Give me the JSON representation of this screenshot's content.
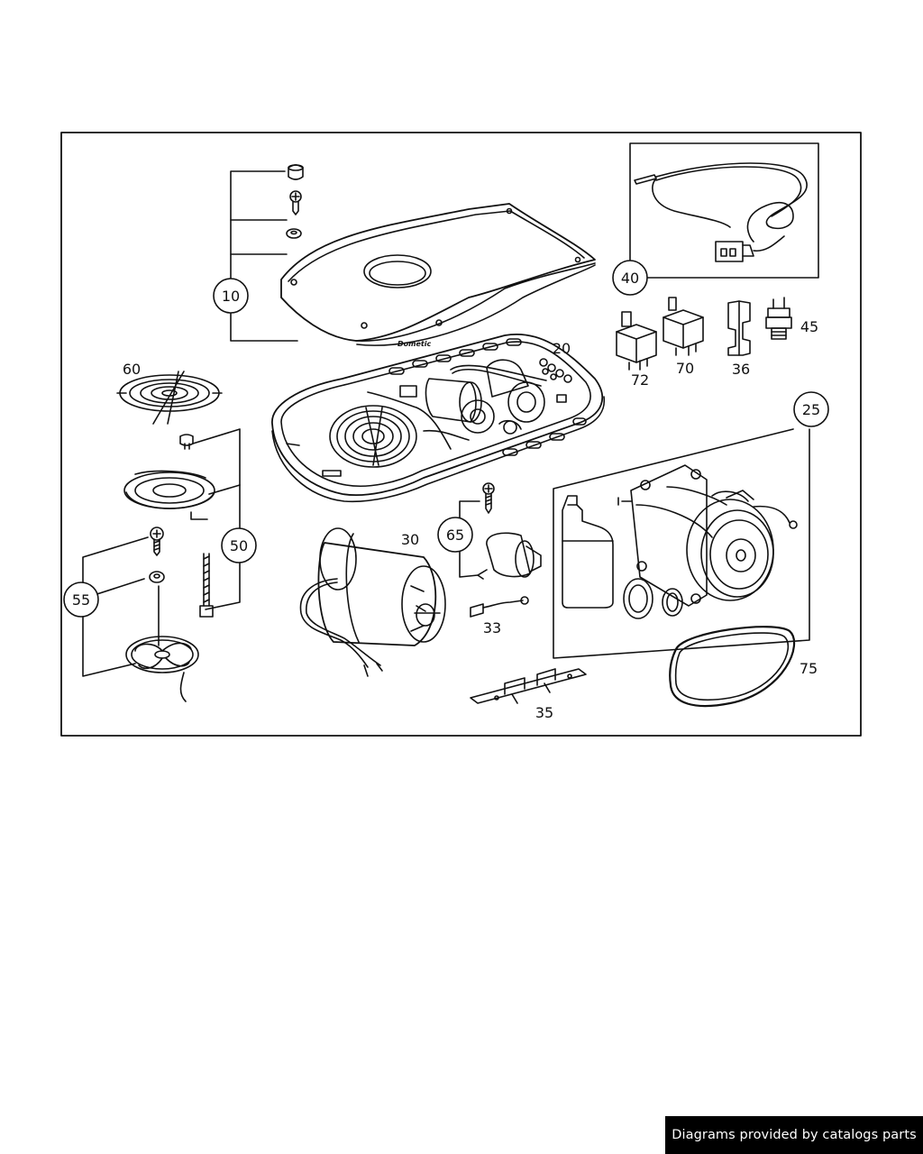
{
  "callouts": {
    "c10": "10",
    "c20": "20",
    "c25": "25",
    "c30": "30",
    "c33": "33",
    "c35": "35",
    "c36": "36",
    "c40": "40",
    "c45": "45",
    "c50": "50",
    "c55": "55",
    "c60": "60",
    "c65": "65",
    "c70": "70",
    "c72": "72",
    "c75": "75"
  },
  "housing_logo": "Dometic",
  "footer": {
    "text": "Diagrams provided by catalogs parts"
  },
  "colors": {
    "line": "#111111",
    "background": "#ffffff",
    "footer_bg": "#000000",
    "footer_text": "#ffffff"
  }
}
